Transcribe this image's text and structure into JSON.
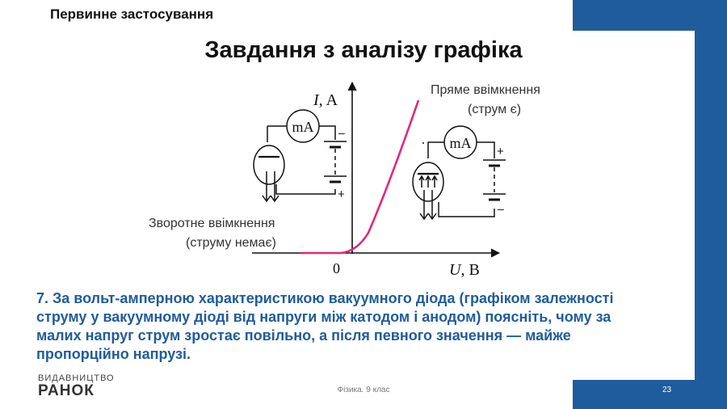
{
  "section_heading": "Первинне застосування",
  "title": "Завдання з аналізу графіка",
  "graph": {
    "y_axis_label_var": "I",
    "y_axis_label_unit": ", A",
    "x_axis_label_var": "U",
    "x_axis_label_unit": ", В",
    "origin_label": "0",
    "forward_label_line1": "Пряме ввімкнення",
    "forward_label_line2": "(струм є)",
    "reverse_label_line1": "Зворотне ввімкнення",
    "reverse_label_line2": "(струму немає)",
    "meter_label_left": "mA",
    "meter_label_right": "mA",
    "left_battery_top": "–",
    "left_battery_bottom": "+",
    "right_battery_top": "+",
    "right_battery_bottom": "–",
    "curve_color": "#e0287a"
  },
  "task_text": "7. За вольт-амперною характеристикою вакуумного діода (графіком залежності струму у вакуумному діоді від напруги між катодом і анодом) поясніть, чому за малих напруг струм зростає повільно, а після певного значення — майже пропорційно напрузі.",
  "logo": {
    "top": "ВИДАВНИЦТВО",
    "bottom": "РАНОК"
  },
  "footer_text": "Фізика. 9 клас",
  "page_number": "23",
  "colors": {
    "accent_blue": "#1f5c9c"
  }
}
